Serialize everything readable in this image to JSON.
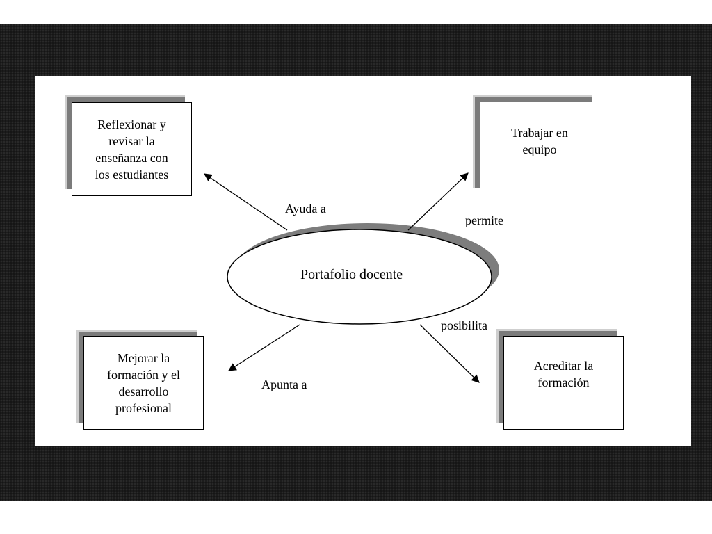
{
  "center": {
    "label": "Portafolio docente"
  },
  "boxes": {
    "top_left": "Reflexionar y\nrevisar la\nenseñanza  con\nlos estudiantes",
    "top_right": "Trabajar en\nequipo",
    "bottom_left": "Mejorar la\nformación y el\ndesarrollo\nprofesional",
    "bottom_right": "Acreditar la\nformación"
  },
  "edges": {
    "top_left": "Ayuda  a",
    "top_right": "permite",
    "bottom_left": "Apunta a",
    "bottom_right": "posibilita"
  }
}
